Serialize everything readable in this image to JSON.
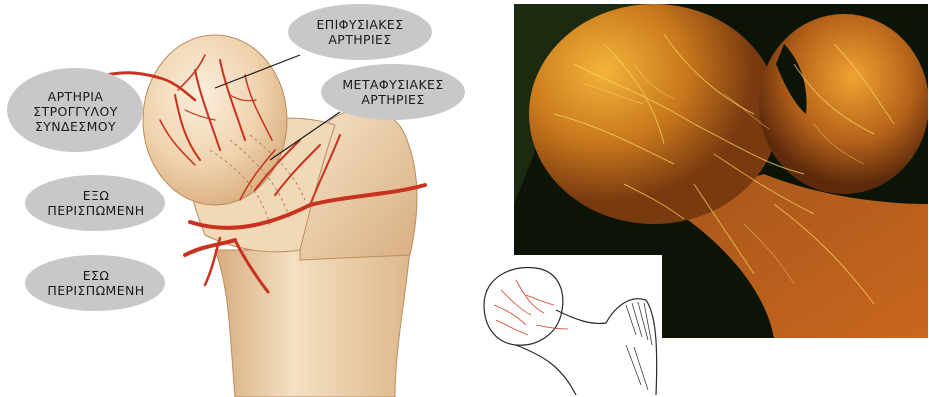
{
  "labels": {
    "epiphyseal": "ΕΠΙΦΥΣΙΑΚΕΣ\nΑΡΤΗΡΙΕΣ",
    "metaphyseal": "ΜΕΤΑΦΥΣΙΑΚΕΣ\nΑΡΤΗΡΙΕΣ",
    "ligamentum_teres": "ΑΡΤΗΡΙΑ\nΣΤΡΟΓΓΥΛΟΥ\nΣΥΝΔΕΣΜΟΥ",
    "lateral_circumflex": "ΕΞΩ\nΠΕΡΙΣΠΩΜΕΝΗ",
    "medial_circumflex": "ΕΣΩ\nΠΕΡΙΣΠΩΜΕΝΗ"
  },
  "colors": {
    "artery": "#c8321e",
    "bone_light": "#f5e2c6",
    "bone_mid": "#e8c79f",
    "label_bubble": "#c8c8c8",
    "photo_bg": "#0c1408",
    "vessel_gold": "#e0a12a"
  }
}
